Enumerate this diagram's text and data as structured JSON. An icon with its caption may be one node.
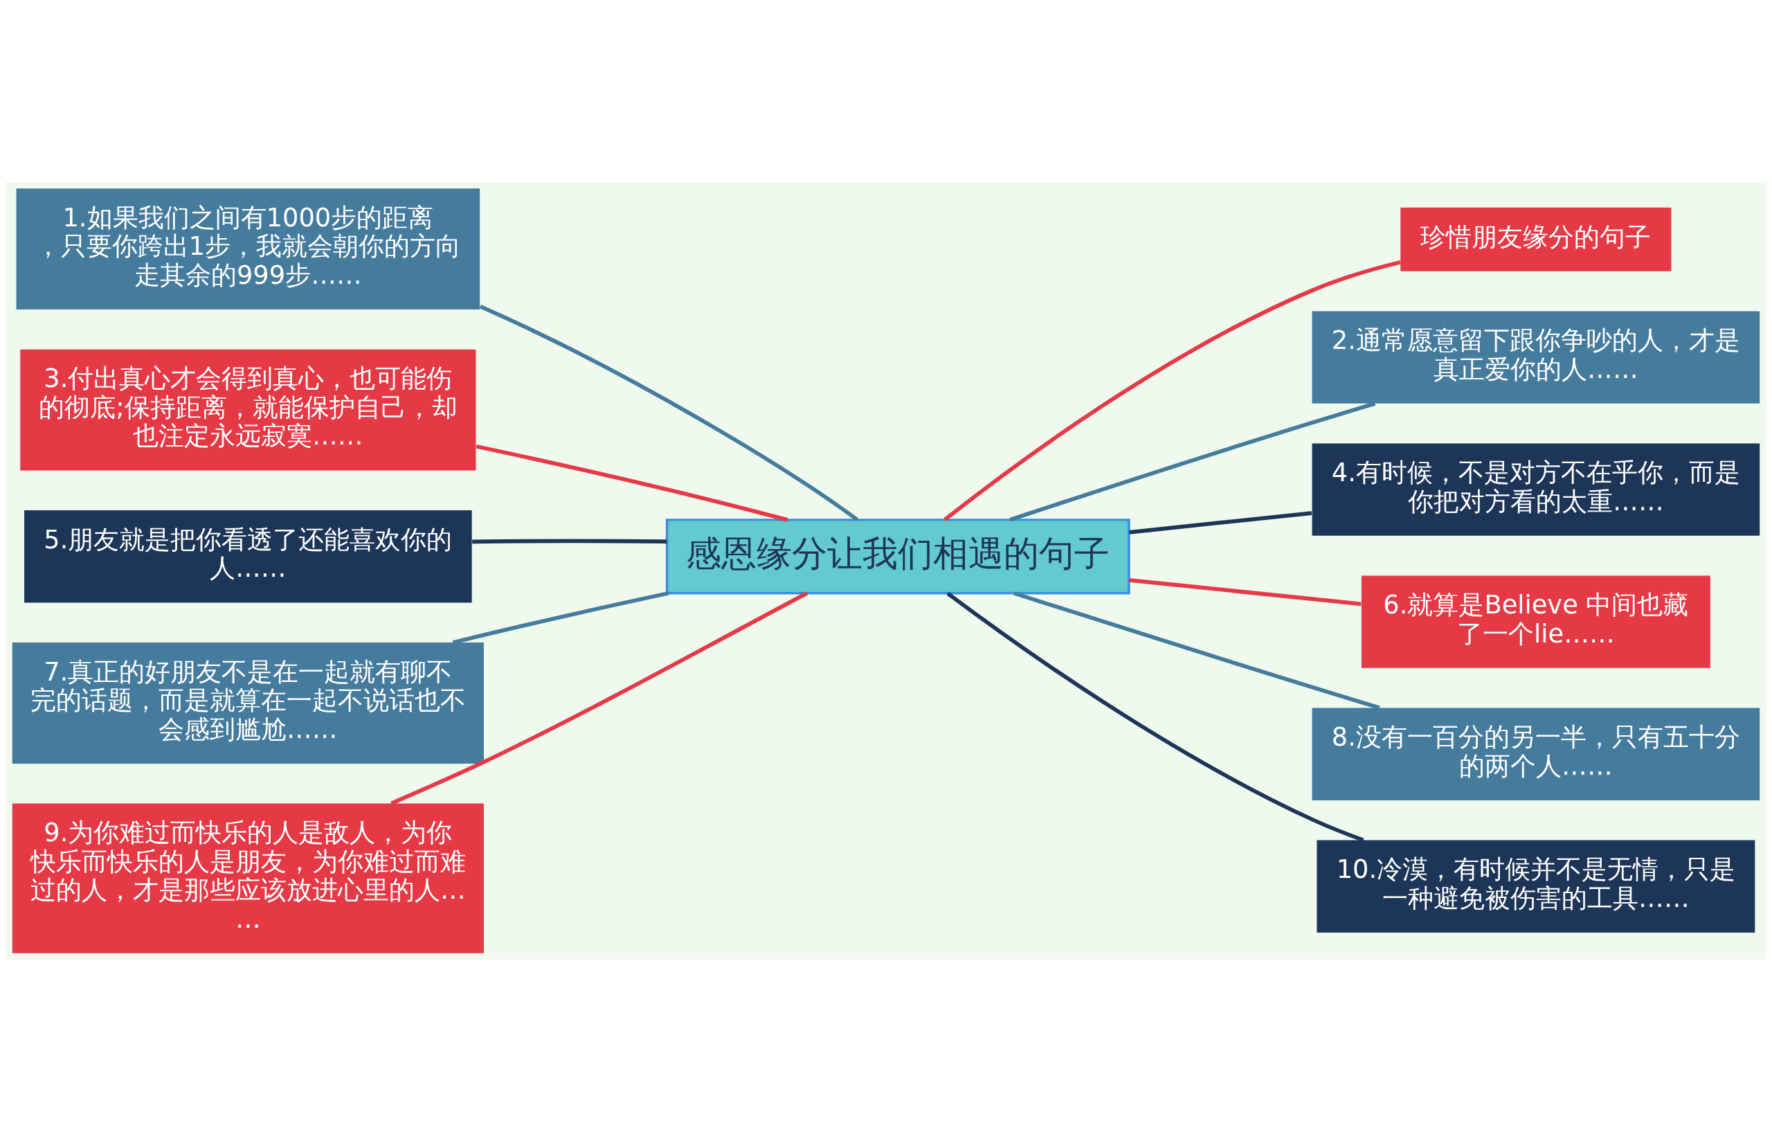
{
  "diagram": {
    "nodes": [
      {
        "text": [
          "感恩缘分让我们相遇的句子"
        ]
      },
      {
        "text": [
          "珍惜朋友缘分的句子"
        ]
      },
      {
        "text": [
          "1.如果我们之间有1000步的距离，只要你跨出1步，我就会朝你的方向走其余的999步……"
        ]
      },
      {
        "text": [
          "2.通常愿意留下跟你争吵的人，才是真正爱你的人……"
        ]
      },
      {
        "text": [
          "3.付出真心才会得到真心，也可能伤的彻底;保持距离，就能保护自己，却也注定永远寂寞……"
        ]
      },
      {
        "text": [
          "4.有时候，不是对方不在乎你，而是你把对方看的太重……"
        ]
      },
      {
        "text": [
          "5.朋友就是把你看透了还能喜欢你的人……"
        ]
      },
      {
        "text": [
          "6.就算是Believe 中间也藏了一个lie……"
        ]
      },
      {
        "text": [
          "7.真正的好朋友不是在一起就有聊不完的话题，而是就算在一起不说话也不会感到尴尬……"
        ]
      },
      {
        "text": [
          "8.没有一百分的另一半，只有五十分的两个人……"
        ]
      },
      {
        "text": [
          "9.为你难过而快乐的人是敌人，为你快乐而快乐的人是朋友，为你难过而难过的人，才是那些应该放进心里的人……"
        ]
      },
      {
        "text": [
          "10.冷漠，有时候并不是无情，只是一种避免被伤害的工具……"
        ]
      }
    ],
    "edges": [
      {
        "from": 0,
        "to": 1,
        "arrow": "none",
        "color": "#e63946"
      },
      {
        "from": 0,
        "to": 2,
        "arrow": "none",
        "color": "#457b9d"
      },
      {
        "from": 0,
        "to": 3,
        "arrow": "none",
        "color": "#457b9d"
      },
      {
        "from": 0,
        "to": 4,
        "arrow": "none",
        "color": "#e63946"
      },
      {
        "from": 0,
        "to": 5,
        "arrow": "none",
        "color": "#1d3557"
      },
      {
        "from": 0,
        "to": 6,
        "arrow": "none",
        "color": "#1d3557"
      },
      {
        "from": 0,
        "to": 7,
        "arrow": "none",
        "color": "#e63946"
      },
      {
        "from": 0,
        "to": 8,
        "arrow": "none",
        "color": "#457b9d"
      },
      {
        "from": 0,
        "to": 9,
        "arrow": "none",
        "color": "#457b9d"
      },
      {
        "from": 0,
        "to": 10,
        "arrow": "none",
        "color": "#e63946"
      },
      {
        "from": 0,
        "to": 11,
        "arrow": "none",
        "color": "#1d3557"
      }
    ]
  }
}
